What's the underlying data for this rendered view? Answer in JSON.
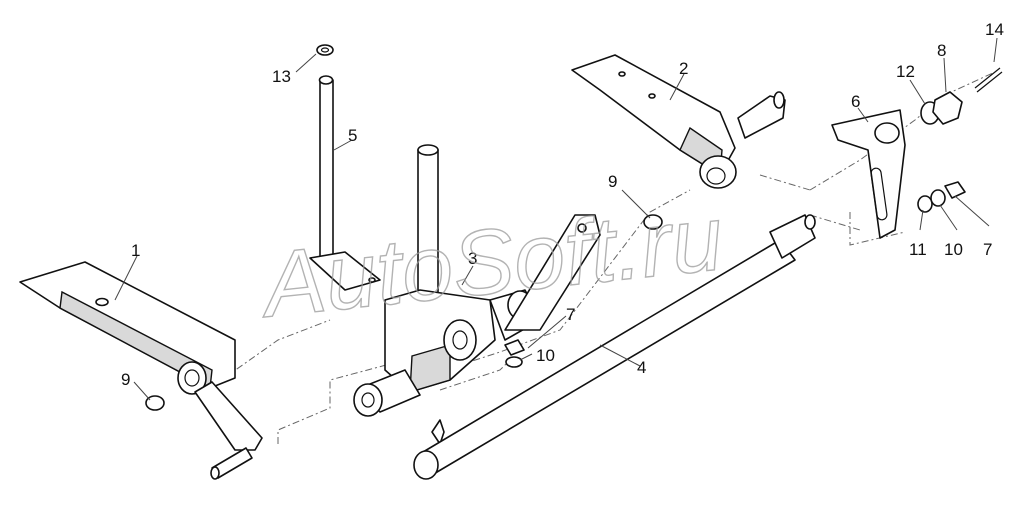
{
  "watermark": {
    "text": "AutoSoft.ru"
  },
  "labels": [
    {
      "id": "l1",
      "text": "1"
    },
    {
      "id": "l2",
      "text": "2"
    },
    {
      "id": "l3",
      "text": "3"
    },
    {
      "id": "l4",
      "text": "4"
    },
    {
      "id": "l5",
      "text": "5"
    },
    {
      "id": "l6",
      "text": "6"
    },
    {
      "id": "l7a",
      "text": "7"
    },
    {
      "id": "l7b",
      "text": "7"
    },
    {
      "id": "l8",
      "text": "8"
    },
    {
      "id": "l9a",
      "text": "9"
    },
    {
      "id": "l9b",
      "text": "9"
    },
    {
      "id": "l10a",
      "text": "10"
    },
    {
      "id": "l10b",
      "text": "10"
    },
    {
      "id": "l11",
      "text": "11"
    },
    {
      "id": "l12",
      "text": "12"
    },
    {
      "id": "l13",
      "text": "13"
    },
    {
      "id": "l14",
      "text": "14"
    }
  ]
}
